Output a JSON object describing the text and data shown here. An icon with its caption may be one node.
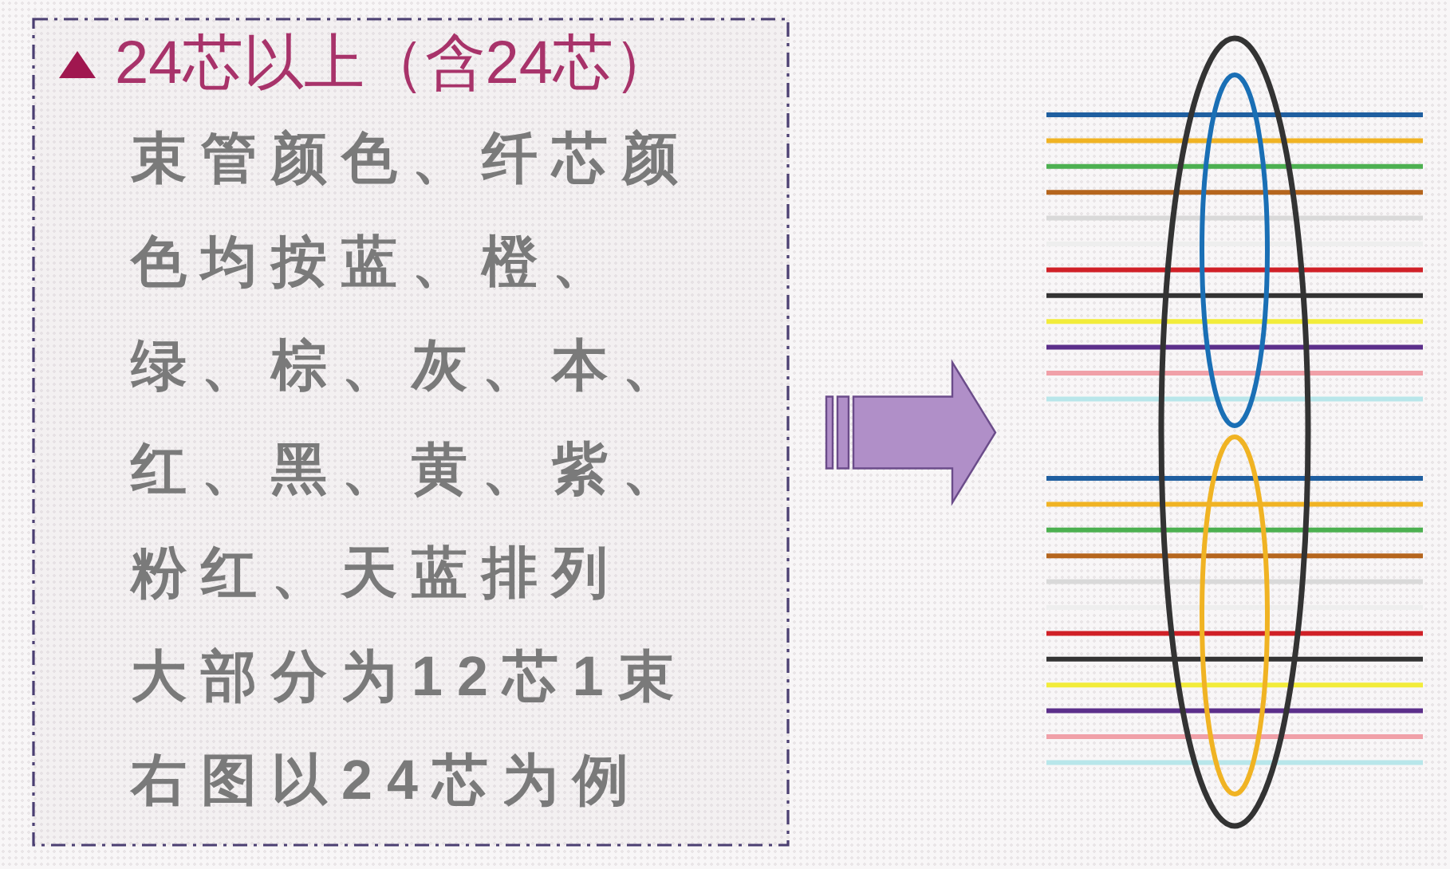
{
  "diagram": {
    "nodes": [
      {
        "text": [
          "24芯以上（含24芯）",
          "束管颜色、纤芯颜色均按蓝、橙、绿、棕、灰、本、红、黑、黄、紫、粉红、天蓝排列",
          "大部分为12芯1束",
          "右图以24芯为例"
        ]
      },
      {
        "text": [],
        "shape": "picture"
      }
    ],
    "edges": [
      {
        "from": 0,
        "to": 1,
        "arrow": "to"
      }
    ]
  }
}
